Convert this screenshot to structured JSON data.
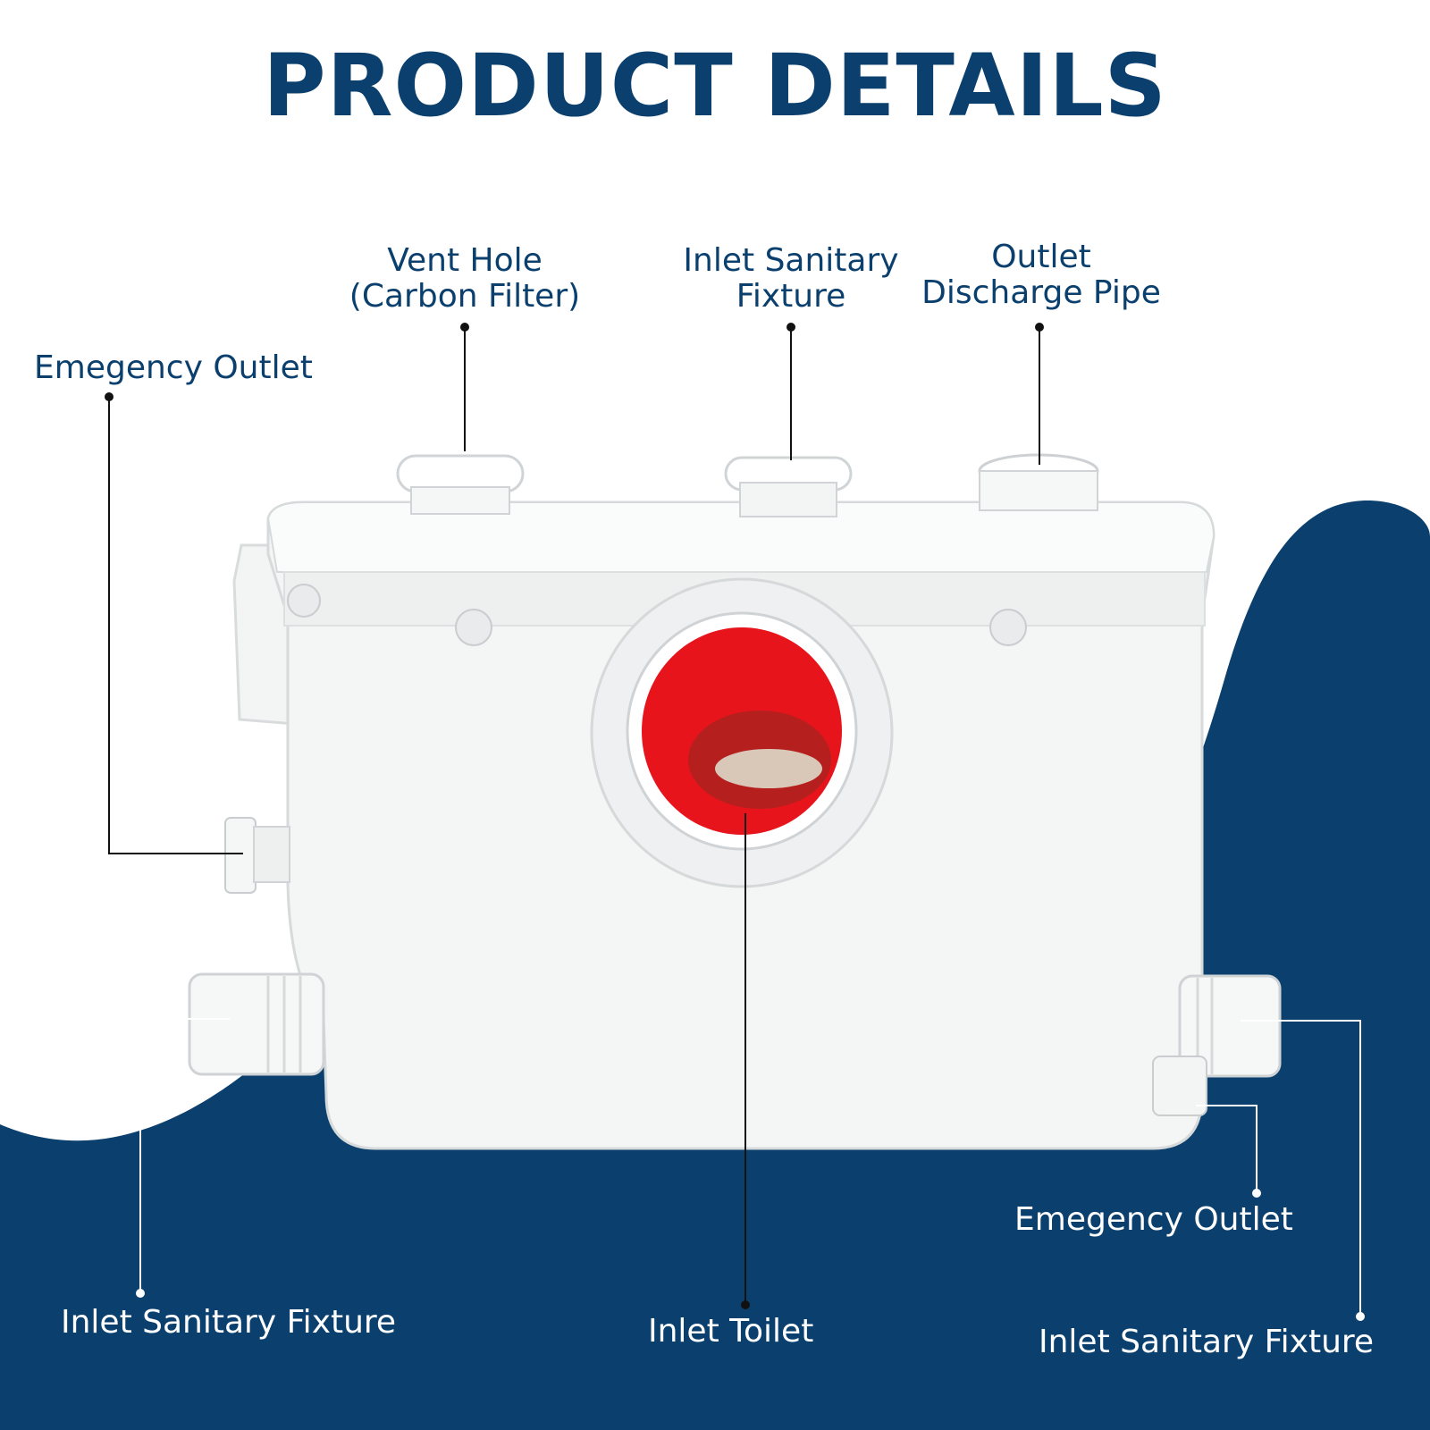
{
  "title": "PRODUCT DETAILS",
  "colors": {
    "navy": "#0b406e",
    "white": "#ffffff",
    "inlet_red": "#e8141c"
  },
  "labels": {
    "vent_hole": {
      "line1": "Vent Hole",
      "line2": "(Carbon Filter)"
    },
    "inlet_sanitary_top": {
      "line1": "Inlet Sanitary",
      "line2": "Fixture"
    },
    "outlet_discharge": {
      "line1": "Outlet",
      "line2": "Discharge Pipe"
    },
    "emergency_outlet_left": "Emegency Outlet",
    "emergency_outlet_right": "Emegency Outlet",
    "inlet_sanitary_left": "Inlet Sanitary Fixture",
    "inlet_toilet": "Inlet Toilet",
    "inlet_sanitary_right": "Inlet Sanitary Fixture"
  }
}
